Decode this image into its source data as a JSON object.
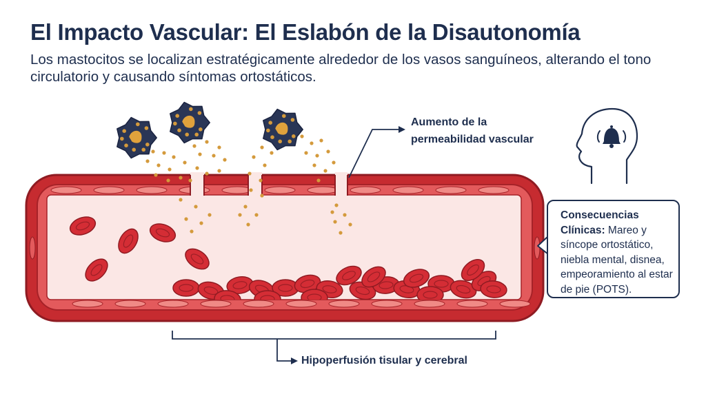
{
  "title": "El Impacto Vascular: El Eslabón de la Disautonomía",
  "subtitle": "Los mastocitos se localizan estratégicamente alrededor de los vasos sanguíneos, alterando el tono circulatorio y causando síntomas ortostáticos.",
  "labels": {
    "permeability_line1": "Aumento de la",
    "permeability_line2": "permeabilidad vascular",
    "consequences_heading": "Consecuencias Clínicas:",
    "consequences_text": " Mareo y síncope ortostático, niebla mental, disnea, empeoramiento al estar de pie (POTS).",
    "hypoperfusion": "Hipoperfusión tisular y cerebral"
  },
  "icons": {
    "mast_cell": "mast-cell-icon",
    "head": "head-alarm-icon",
    "bell": "bell-icon"
  },
  "colors": {
    "text": "#1e2e4e",
    "vessel_wall": "#c62b30",
    "vessel_dark": "#8f1b22",
    "lumen": "#fbe7e5",
    "red_cell": "#d42d35",
    "granule": "#d49a3c",
    "mast_cell": "#2a3656"
  }
}
